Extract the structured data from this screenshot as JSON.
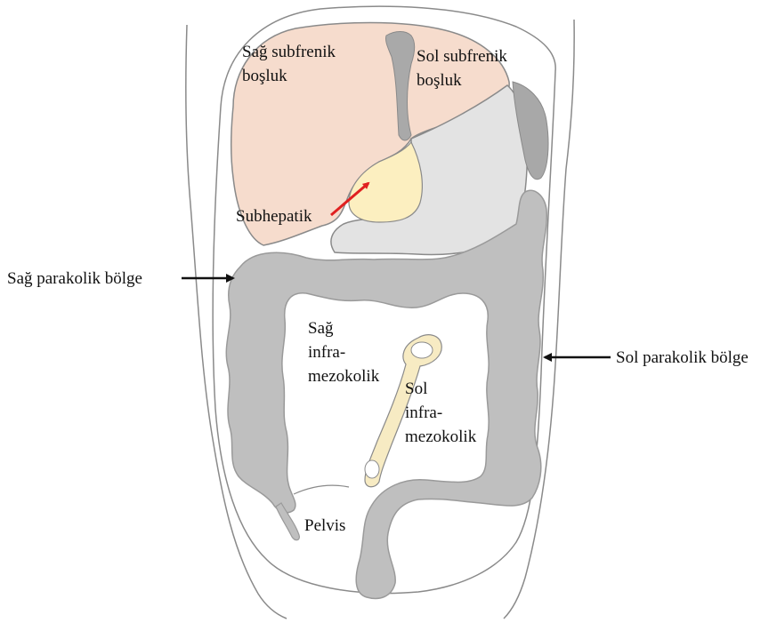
{
  "labels": {
    "sag_subfrenik": [
      "Sağ subfrenik",
      "boşluk"
    ],
    "sol_subfrenik": [
      "Sol subfrenik",
      "boşluk"
    ],
    "subhepatik": "Subhepatik",
    "sag_parakolik": "Sağ parakolik bölge",
    "sol_parakolik": "Sol parakolik bölge",
    "sag_inframezokolik": [
      "Sağ",
      "infra-",
      "mezokolik"
    ],
    "sol_inframezokolik": [
      "Sol",
      "infra-",
      "mezokolik"
    ],
    "pelvis": "Pelvis"
  },
  "colors": {
    "outline": "#8a8a8a",
    "liver": "#f6dccd",
    "stomach": "#e3e3e3",
    "gallbladder": "#fcefc0",
    "colon": "#bfbfbf",
    "colon_edge": "#9a9a9a",
    "spleen": "#a8a8a8",
    "ligament": "#a9a9a9",
    "mesentery": "#f7ebc3",
    "arrow_red": "#e02020",
    "arrow_black": "#111111"
  }
}
